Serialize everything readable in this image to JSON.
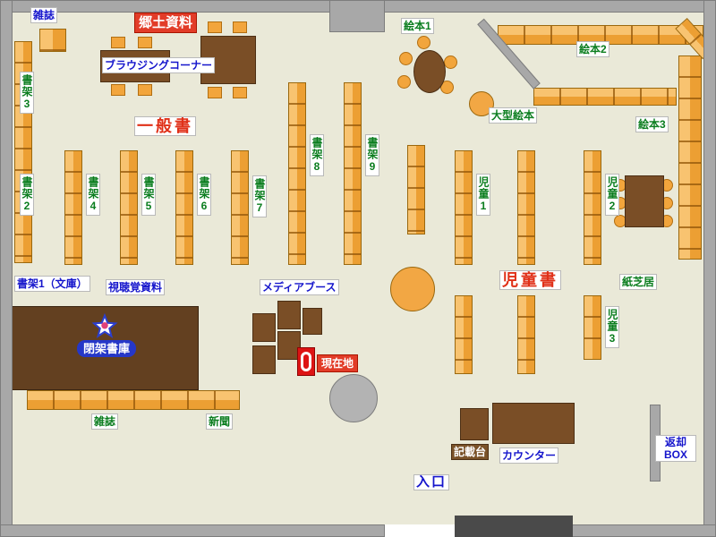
{
  "labels": {
    "magazines_top": "雑誌",
    "local_materials": "郷土資料",
    "browsing_corner": "ブラウジングコーナー",
    "shelf3": "書架3",
    "shelf2": "書架2",
    "general_books": "一般書",
    "shelf4": "書架4",
    "shelf5": "書架5",
    "shelf6": "書架6",
    "shelf7": "書架7",
    "shelf8": "書架8",
    "shelf9": "書架9",
    "picture_books1": "絵本1",
    "picture_books2": "絵本2",
    "picture_books3": "絵本3",
    "large_picture_books": "大型絵本",
    "children1": "児童1",
    "children2": "児童2",
    "children3": "児童3",
    "children_books": "児童書",
    "kamishibai": "紙芝居",
    "shelf1_bunko": "書架1（文庫）",
    "audio_visual": "視聴覚資料",
    "media_booth": "メディアブース",
    "closed_stacks": "閉架書庫",
    "current_location": "現在地",
    "magazines_bottom": "雑誌",
    "newspapers": "新聞",
    "writing_stand": "記載台",
    "counter": "カウンター",
    "return_box": "返却BOX",
    "entrance": "入口"
  },
  "colors": {
    "floor": "#eae9d8",
    "wall": "#a8a8a8",
    "shelf_orange": "#f2a744",
    "furniture_brown": "#7a4e26",
    "closed_stacks_brown": "#634020",
    "label_green": "#0a7d1e",
    "label_blue": "#1515cc",
    "label_red": "#e03018",
    "marker_red": "#dd1414"
  }
}
